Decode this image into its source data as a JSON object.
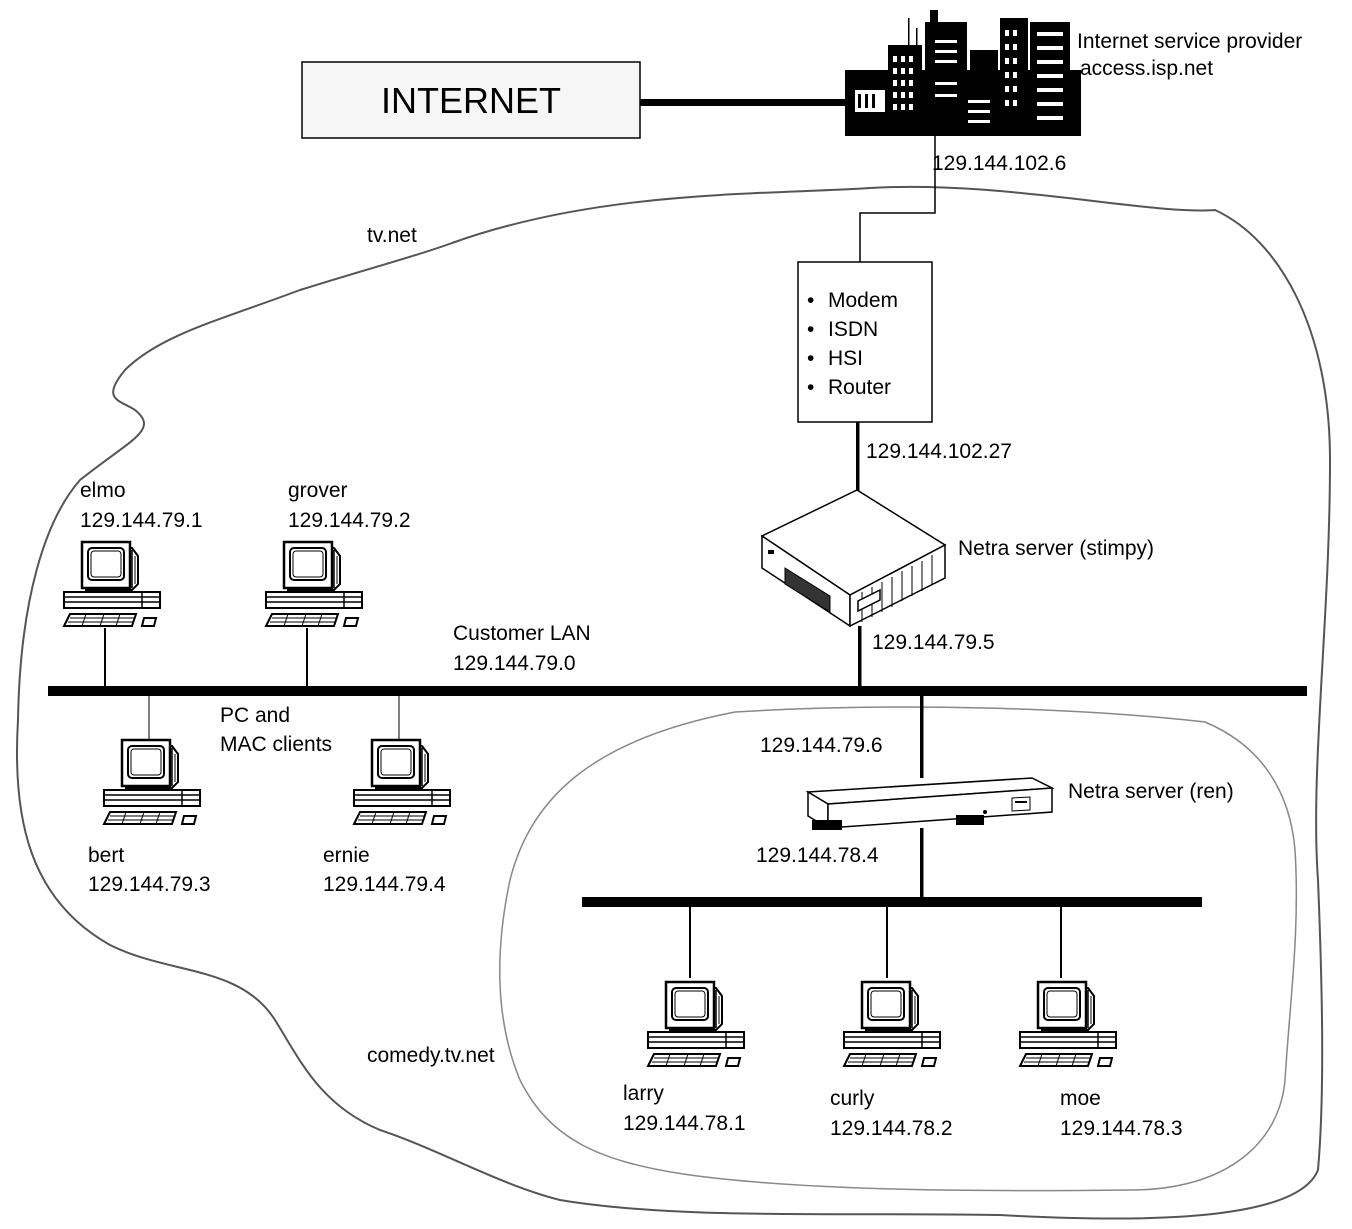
{
  "internet": {
    "label": "INTERNET"
  },
  "isp": {
    "name": "Internet service provider",
    "host": "access.isp.net",
    "ip": "129.144.102.6"
  },
  "domains": {
    "outer": "tv.net",
    "inner": "comedy.tv.net"
  },
  "access_device": {
    "bullet": "•",
    "options": [
      "Modem",
      "ISDN",
      "HSI",
      "Router"
    ],
    "ip": "129.144.102.27"
  },
  "servers": {
    "stimpy": {
      "label": "Netra server (stimpy)",
      "ip": "129.144.79.5"
    },
    "ren": {
      "label": "Netra server (ren)",
      "lan_ip": "129.144.79.6",
      "sub_ip": "129.144.78.4"
    }
  },
  "customer_lan": {
    "label": "Customer LAN",
    "ip": "129.144.79.0"
  },
  "clients_note": {
    "line1": "PC and",
    "line2": "MAC clients"
  },
  "clients": [
    {
      "name": "elmo",
      "ip": "129.144.79.1"
    },
    {
      "name": "grover",
      "ip": "129.144.79.2"
    },
    {
      "name": "bert",
      "ip": "129.144.79.3"
    },
    {
      "name": "ernie",
      "ip": "129.144.79.4"
    }
  ],
  "comedy_clients": [
    {
      "name": "larry",
      "ip": "129.144.78.1"
    },
    {
      "name": "curly",
      "ip": "129.144.78.2"
    },
    {
      "name": "moe",
      "ip": "129.144.78.3"
    }
  ],
  "colors": {
    "line": "#000000",
    "inner_cloud": "#777777",
    "box_fill": "#f6f6f6"
  }
}
